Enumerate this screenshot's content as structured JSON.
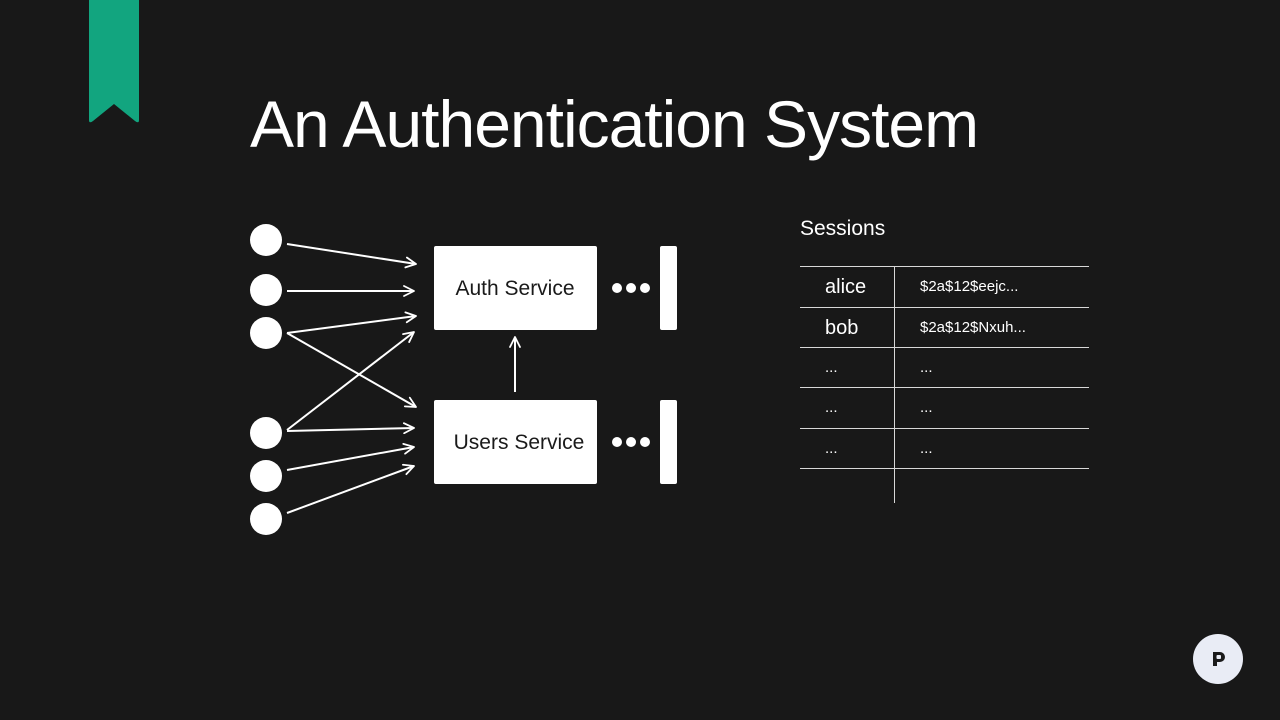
{
  "slide": {
    "title": "An Authentication System",
    "accent_color": "#12a57f",
    "background_color": "#181818"
  },
  "diagram": {
    "auth_service_label": "Auth Service",
    "users_service_label": "Users Service"
  },
  "sessions": {
    "title": "Sessions",
    "rows": [
      {
        "user": "alice",
        "hash": "$2a$12$eejc..."
      },
      {
        "user": "bob",
        "hash": "$2a$12$Nxuh..."
      },
      {
        "user": "...",
        "hash": "..."
      },
      {
        "user": "...",
        "hash": "..."
      },
      {
        "user": "...",
        "hash": "..."
      }
    ]
  },
  "footer": {
    "logo_icon": "presenter-logo-icon"
  }
}
